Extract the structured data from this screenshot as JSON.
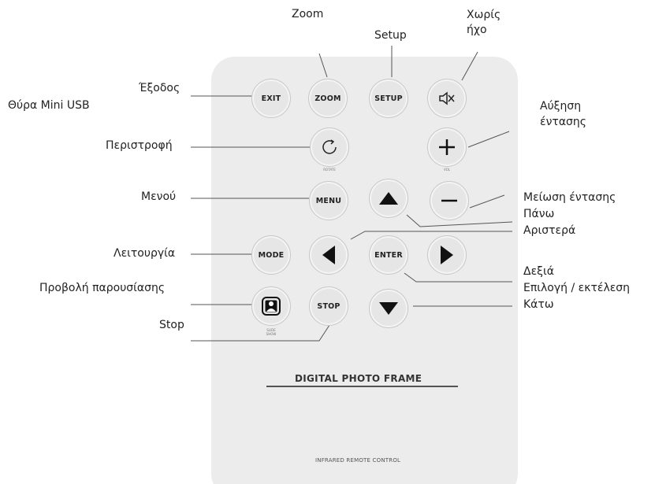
{
  "buttons": {
    "exit": "EXIT",
    "zoom": "ZOOM",
    "setup": "SETUP",
    "menu": "MENU",
    "mode": "MODE",
    "enter": "ENTER",
    "stop": "STOP"
  },
  "small_labels": {
    "rotate": "ROTATE",
    "vol": "VOL",
    "slide_show_1": "SLIDE",
    "slide_show_2": "SHOW"
  },
  "callouts": {
    "zoom": "Zoom",
    "setup": "Setup",
    "mute_1": "Χωρίς",
    "mute_2": "ήχο",
    "exit": "Έξοδος",
    "mini_usb": "Θύρα Mini USB",
    "volume_up_1": "Αύξηση",
    "volume_up_2": "έντασης",
    "rotate": "Περιστροφή",
    "menu": "Μενού",
    "volume_down": "Μείωση έντασης",
    "up": "Πάνω",
    "left": "Αριστερά",
    "mode": "Λειτουργία",
    "right": "Δεξιά",
    "enter": "Επιλογή / εκτέλεση",
    "slideshow": "Προβολή παρουσίασης",
    "down": "Κάτω",
    "stop": "Stop"
  },
  "device": {
    "brand": "DIGITAL PHOTO FRAME",
    "subtitle": "INFRARED REMOTE CONTROL"
  },
  "colors": {
    "remote_body": "#ececec",
    "button_fill": "#e6e6e6",
    "line": "#555555",
    "glyph": "#111111"
  },
  "icons": [
    "mute-icon",
    "rotate-icon",
    "plus-icon",
    "minus-icon",
    "up-triangle-icon",
    "left-triangle-icon",
    "right-triangle-icon",
    "down-triangle-icon",
    "slideshow-icon"
  ]
}
